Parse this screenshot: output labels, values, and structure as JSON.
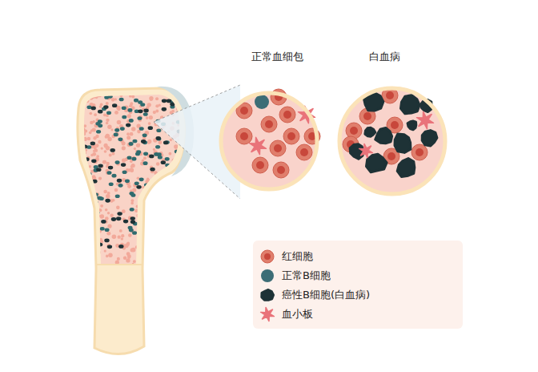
{
  "diagram": {
    "nodes": [
      {
        "text": [
          "正常血细包"
        ]
      },
      {
        "text": [
          "白血病"
        ]
      }
    ],
    "legend": [
      {
        "text": "红细胞"
      },
      {
        "text": "正常B细胞",
        "color": "#3d6d76"
      },
      {
        "text": "癌性B细胞(白血病)"
      },
      {
        "text": "血小板"
      }
    ]
  }
}
